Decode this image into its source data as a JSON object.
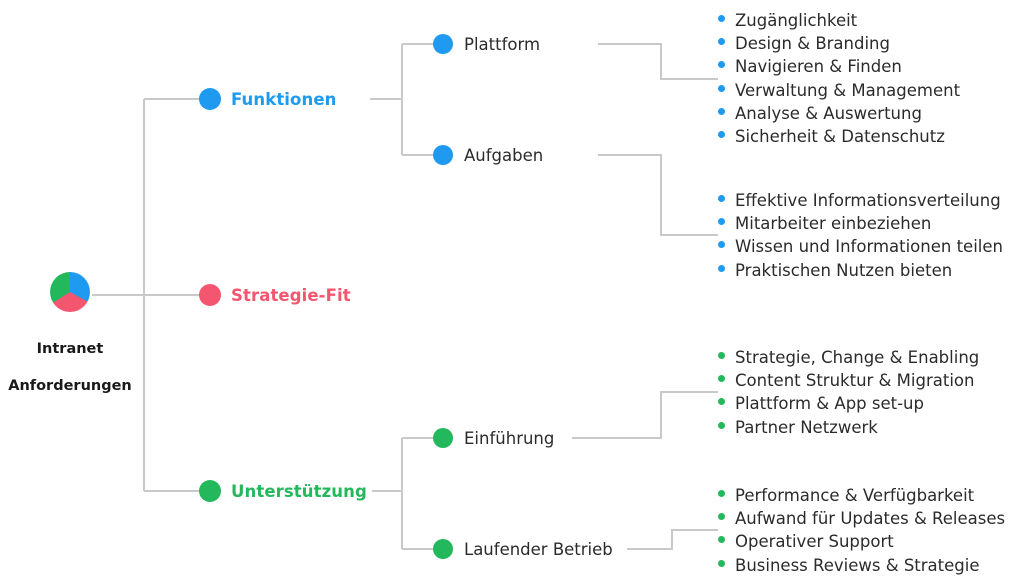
{
  "diagram": {
    "title_root": "Intranet\nAnforderungen",
    "colors": {
      "blue": "#1E9BF0",
      "pink": "#F3566E",
      "green": "#24B85C",
      "line": "#c9c9c9",
      "text_dark": "#2b2b2b"
    },
    "root": {
      "label_line1": "Intranet",
      "label_line2": "Anforderungen",
      "pie_segments": [
        {
          "name": "blue-segment",
          "color": "#1E9BF0",
          "percent": 33
        },
        {
          "name": "pink-segment",
          "color": "#F3566E",
          "percent": 33
        },
        {
          "name": "green-segment",
          "color": "#24B85C",
          "percent": 34
        }
      ]
    },
    "branches": [
      {
        "id": "funktionen",
        "label": "Funktionen",
        "color": "#1E9BF0",
        "children": [
          {
            "id": "plattform",
            "label": "Plattform",
            "leaves": [
              "Zugänglichkeit",
              "Design & Branding",
              "Navigieren & Finden",
              "Verwaltung & Management",
              "Analyse & Auswertung",
              "Sicherheit & Datenschutz"
            ]
          },
          {
            "id": "aufgaben",
            "label": "Aufgaben",
            "leaves": [
              "Effektive Informationsverteilung",
              "Mitarbeiter einbeziehen",
              "Wissen und Informationen teilen",
              "Praktischen Nutzen bieten"
            ]
          }
        ]
      },
      {
        "id": "strategie-fit",
        "label": "Strategie-Fit",
        "color": "#F3566E",
        "children": []
      },
      {
        "id": "unterstuetzung",
        "label": "Unterstützung",
        "color": "#24B85C",
        "children": [
          {
            "id": "einfuehrung",
            "label": "Einführung",
            "leaves": [
              "Strategie, Change & Enabling",
              "Content Struktur & Migration",
              "Plattform & App set-up",
              "Partner Netzwerk"
            ]
          },
          {
            "id": "laufender-betrieb",
            "label": "Laufender Betrieb",
            "leaves": [
              "Performance & Verfügbarkeit",
              "Aufwand für Updates & Releases",
              "Operativer Support",
              "Business Reviews & Strategie"
            ]
          }
        ]
      }
    ]
  }
}
